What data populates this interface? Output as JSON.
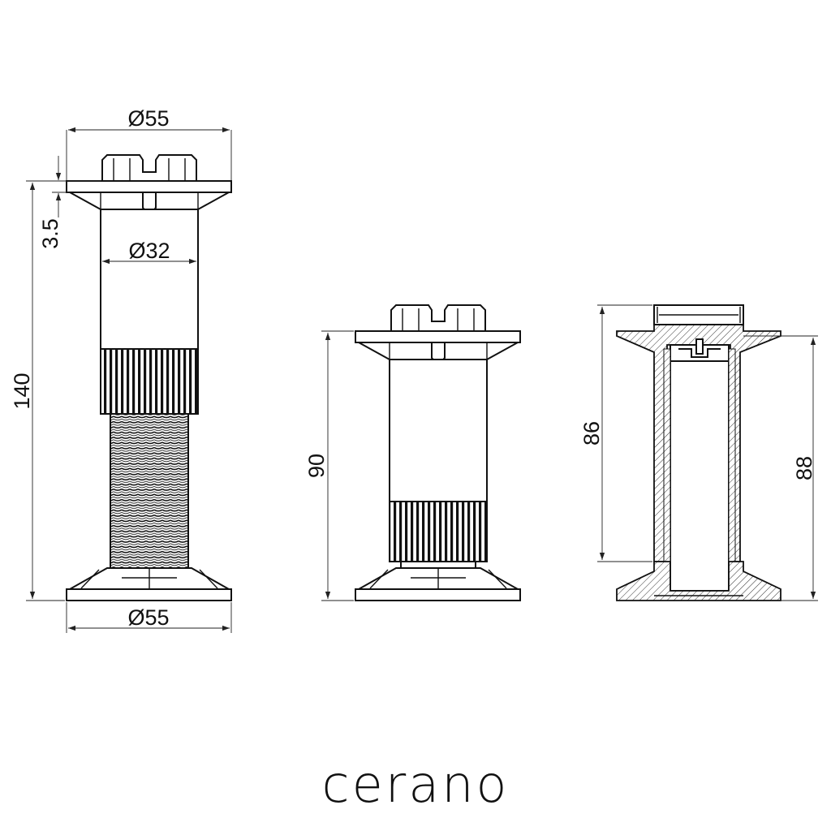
{
  "drawing": {
    "brand": "cerano",
    "view_extended": {
      "top_diameter": "Ø55",
      "plate_thickness": "3.5",
      "tube_diameter": "Ø32",
      "total_height": "140",
      "base_diameter": "Ø55"
    },
    "view_compact": {
      "height": "90"
    },
    "view_section": {
      "inner_height": "86",
      "outer_height": "88"
    }
  }
}
